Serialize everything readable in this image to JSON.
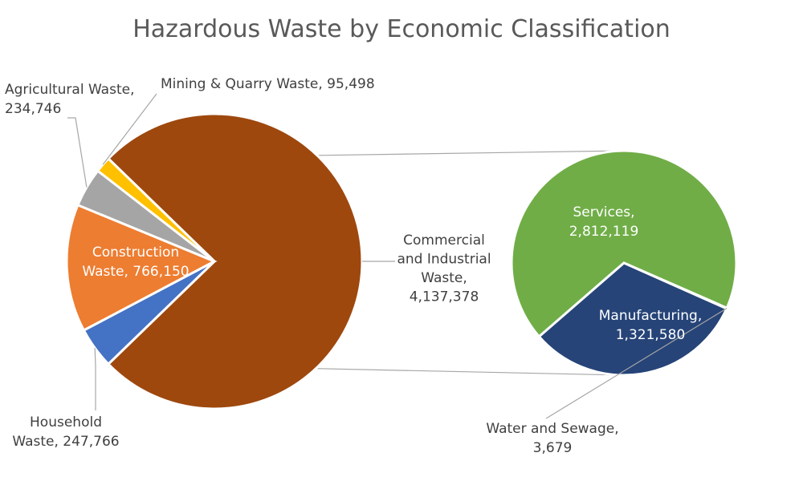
{
  "chart_data": {
    "type": "pie",
    "subtype": "pie-of-pie",
    "title": "Hazardous Waste by Economic Classification",
    "primary": [
      {
        "label": "Commercial and Industrial Waste",
        "value": 4137378,
        "value_text": "4,137,378",
        "color": "#9e480e"
      },
      {
        "label": "Household Waste",
        "value": 247766,
        "value_text": "247,766",
        "color": "#4472c4"
      },
      {
        "label": "Construction Waste",
        "value": 766150,
        "value_text": "766,150",
        "color": "#ed7d31"
      },
      {
        "label": "Agricultural Waste",
        "value": 234746,
        "value_text": "234,746",
        "color": "#a5a5a5"
      },
      {
        "label": "Mining & Quarry Waste",
        "value": 95498,
        "value_text": "95,498",
        "color": "#ffc000"
      }
    ],
    "secondary": [
      {
        "label": "Services",
        "value": 2812119,
        "value_text": "2,812,119",
        "color": "#70ad47"
      },
      {
        "label": "Water and Sewage",
        "value": 3679,
        "value_text": "3,679",
        "color": "#264478"
      },
      {
        "label": "Manufacturing",
        "value": 1321580,
        "value_text": "1,321,580",
        "color": "#264478"
      }
    ],
    "label_text": {
      "primary": [
        [
          "Commercial",
          "and Industrial",
          "Waste,",
          "4,137,378"
        ],
        [
          "Household",
          "Waste, 247,766"
        ],
        [
          "Construction",
          "Waste, 766,150"
        ],
        [
          "Agricultural Waste,",
          "234,746"
        ],
        [
          "Mining & Quarry Waste, 95,498"
        ]
      ],
      "secondary": [
        [
          "Services,",
          "2,812,119"
        ],
        [
          "Water and Sewage,",
          "3,679"
        ],
        [
          "Manufacturing,",
          "1,321,580"
        ]
      ]
    },
    "legend": "none"
  }
}
